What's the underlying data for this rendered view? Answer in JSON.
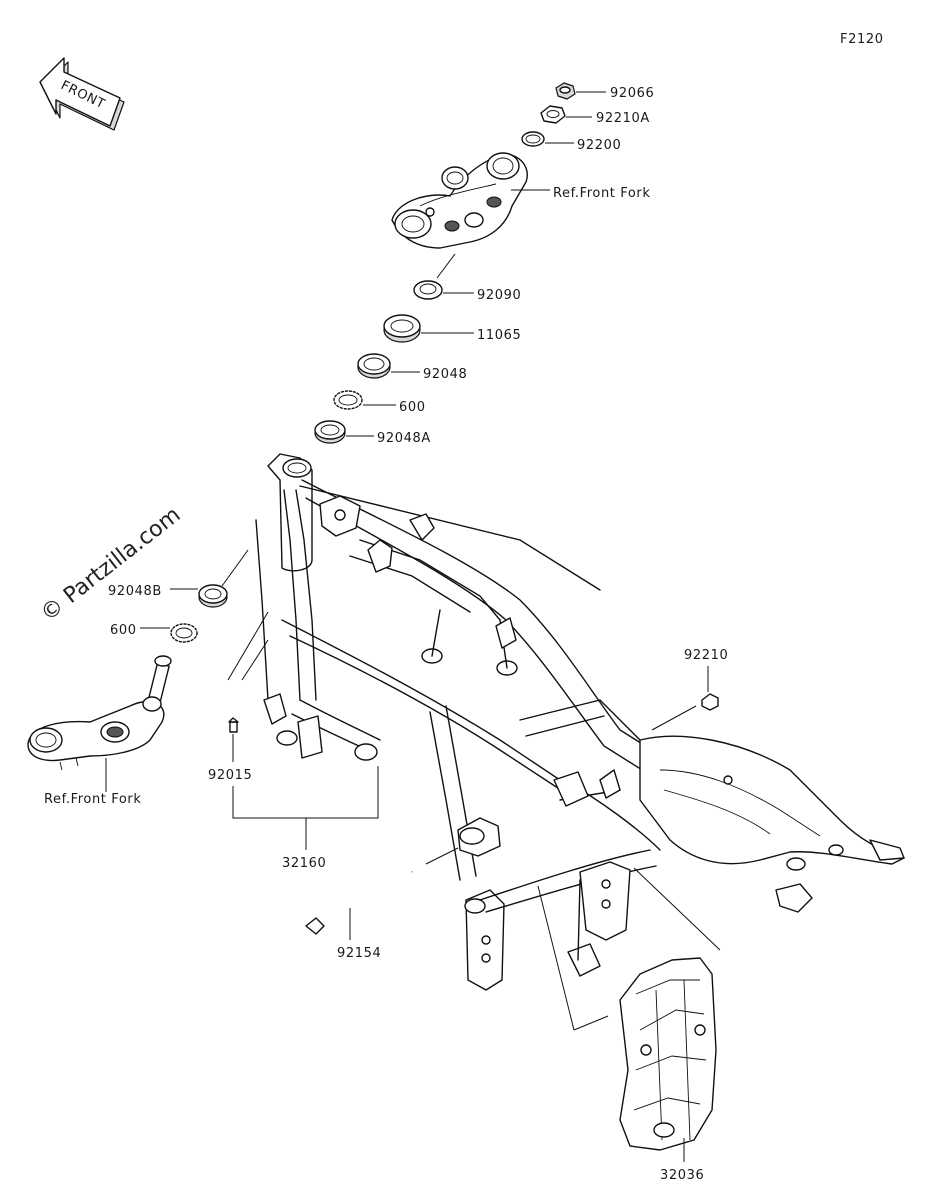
{
  "diagram_code": "F2120",
  "front_arrow_text": "FRONT",
  "watermark": "© Partzilla.com",
  "callouts": {
    "p92066": "92066",
    "p92210A": "92210A",
    "p92200": "92200",
    "ref_front_fork_top": "Ref.Front Fork",
    "p92090": "92090",
    "p11065": "11065",
    "p92048": "92048",
    "p600_top": "600",
    "p92048A": "92048A",
    "p92048B": "92048B",
    "p600_left": "600",
    "ref_front_fork_left": "Ref.Front Fork",
    "p92210": "92210",
    "p92015": "92015",
    "p32160": "32160",
    "p92154": "92154",
    "p32036": "32036"
  }
}
